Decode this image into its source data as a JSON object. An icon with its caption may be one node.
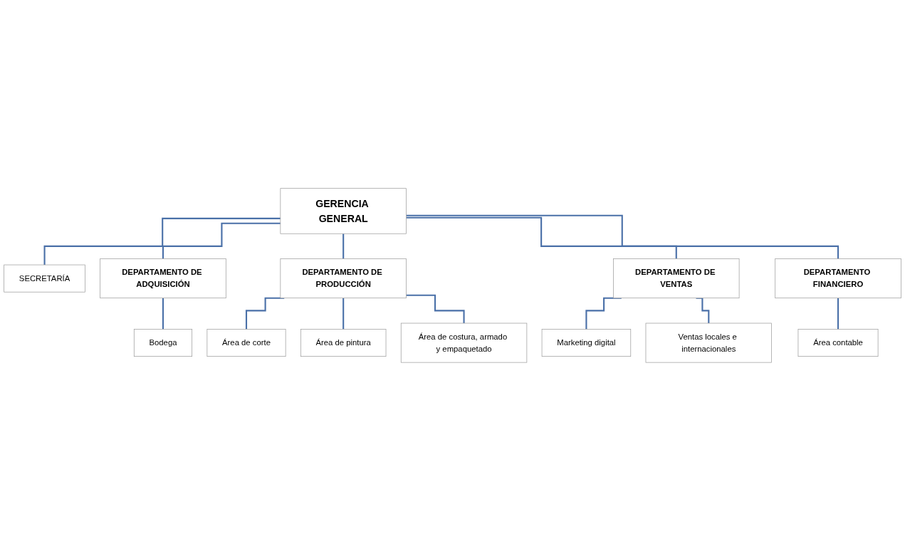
{
  "diagram": {
    "nodes": [
      {
        "text": [
          "GERENCIA GENERAL"
        ]
      },
      {
        "text": [
          "SECRETARÍA"
        ]
      },
      {
        "text": [
          "DEPARTAMENTO DE ADQUISICIÓN"
        ]
      },
      {
        "text": [
          "DEPARTAMENTO DE PRODUCCIÓN"
        ]
      },
      {
        "text": [
          "DEPARTAMENTO DE VENTAS"
        ]
      },
      {
        "text": [
          "DEPARTAMENTO FINANCIERO"
        ]
      },
      {
        "text": [
          "Bodega"
        ]
      },
      {
        "text": [
          "Área de corte"
        ]
      },
      {
        "text": [
          "Área de pintura"
        ]
      },
      {
        "text": [
          "Área de costura, armado y empaquetado"
        ]
      },
      {
        "text": [
          "Marketing digital"
        ]
      },
      {
        "text": [
          "Ventas locales e internacionales"
        ]
      },
      {
        "text": [
          "Área contable"
        ]
      }
    ],
    "edges": [
      {
        "from": 0,
        "to": 1,
        "arrow": "none"
      },
      {
        "from": 0,
        "to": 2,
        "arrow": "none"
      },
      {
        "from": 0,
        "to": 3,
        "arrow": "none"
      },
      {
        "from": 0,
        "to": 4,
        "arrow": "none"
      },
      {
        "from": 0,
        "to": 5,
        "arrow": "none"
      },
      {
        "from": 2,
        "to": 6,
        "arrow": "none"
      },
      {
        "from": 3,
        "to": 7,
        "arrow": "none"
      },
      {
        "from": 3,
        "to": 8,
        "arrow": "none"
      },
      {
        "from": 3,
        "to": 9,
        "arrow": "none"
      },
      {
        "from": 4,
        "to": 10,
        "arrow": "none"
      },
      {
        "from": 4,
        "to": 11,
        "arrow": "none"
      },
      {
        "from": 5,
        "to": 12,
        "arrow": "none"
      }
    ]
  }
}
